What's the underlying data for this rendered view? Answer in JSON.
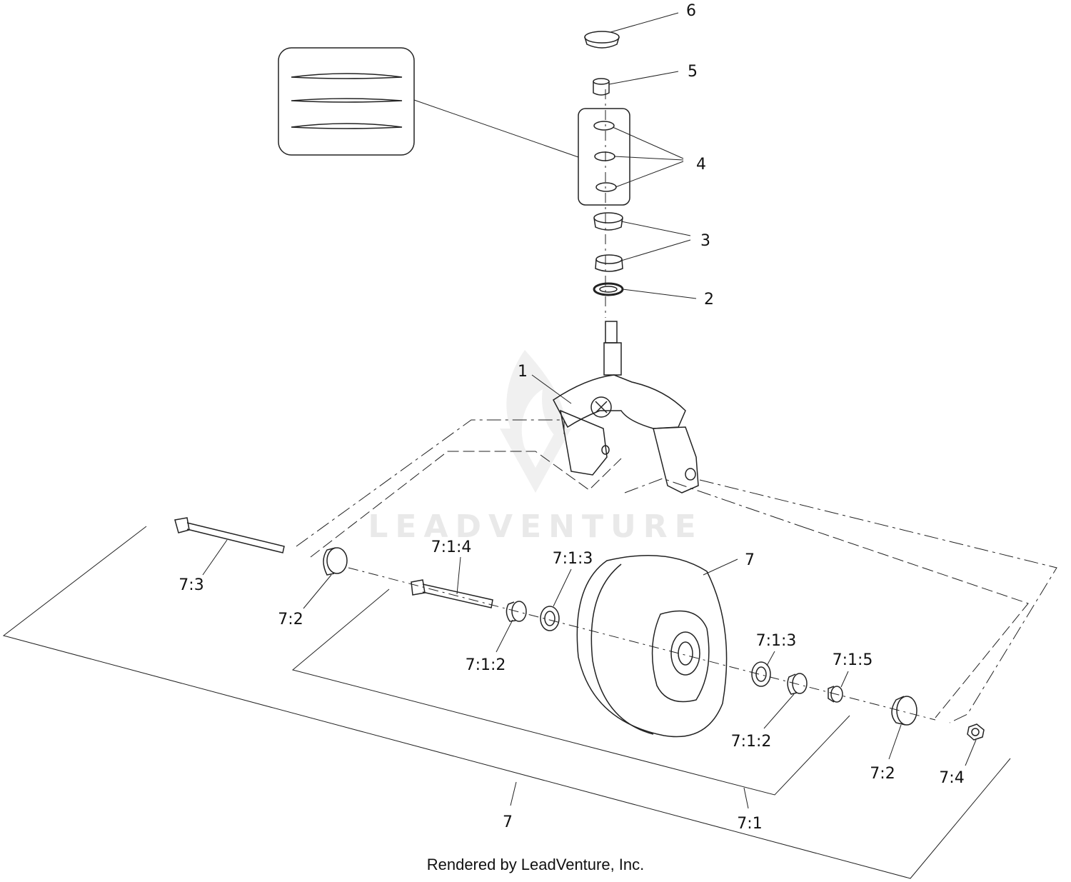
{
  "callouts": {
    "p6": "6",
    "p5": "5",
    "p4": "4",
    "p3": "3",
    "p2": "2",
    "p1": "1",
    "p7_top": "7",
    "p7_3": "7:3",
    "p7_2_left": "7:2",
    "p7_1_4": "7:1:4",
    "p7_1_3_left": "7:1:3",
    "p7_1_2_left": "7:1:2",
    "p7_1_3_right": "7:1:3",
    "p7_1_5": "7:1:5",
    "p7_1_2_right": "7:1:2",
    "p7_2_right": "7:2",
    "p7_4": "7:4",
    "p7_bottom": "7",
    "p7_1_bottom": "7:1"
  },
  "watermark": "LEADVENTURE",
  "footer": "Rendered by LeadVenture, Inc."
}
